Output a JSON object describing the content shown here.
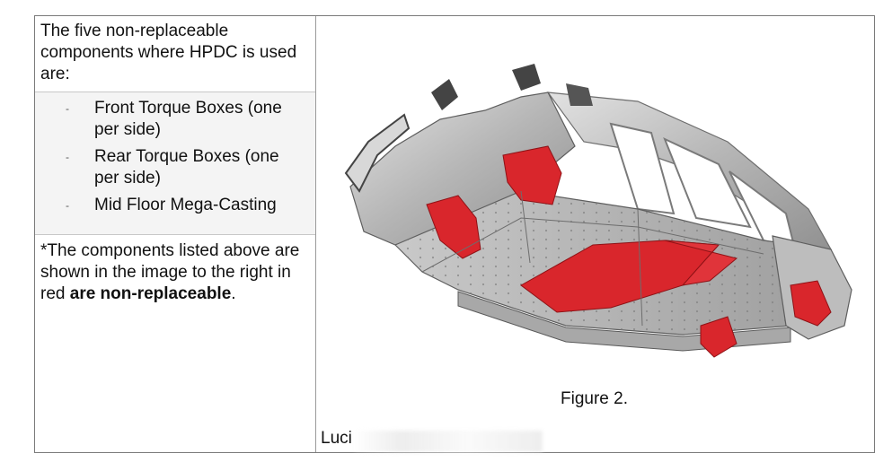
{
  "intro": {
    "text": "The five non-replaceable components where HPDC is used are:"
  },
  "components": [
    {
      "dash": "-",
      "label": "Front Torque Boxes (one per side)"
    },
    {
      "dash": "-",
      "label": "Rear Torque Boxes (one per side)"
    },
    {
      "dash": "-",
      "label": "Mid Floor Mega-Casting"
    }
  ],
  "note": {
    "prefix": "*The components listed above are shown in the image to the right in red ",
    "bold": "are non-replaceable",
    "suffix": "."
  },
  "figure": {
    "caption": "Figure 2.",
    "body_color": "#b9b9b9",
    "highlight_color": "#d9262c"
  },
  "footer": {
    "visible_text": "Luci"
  }
}
